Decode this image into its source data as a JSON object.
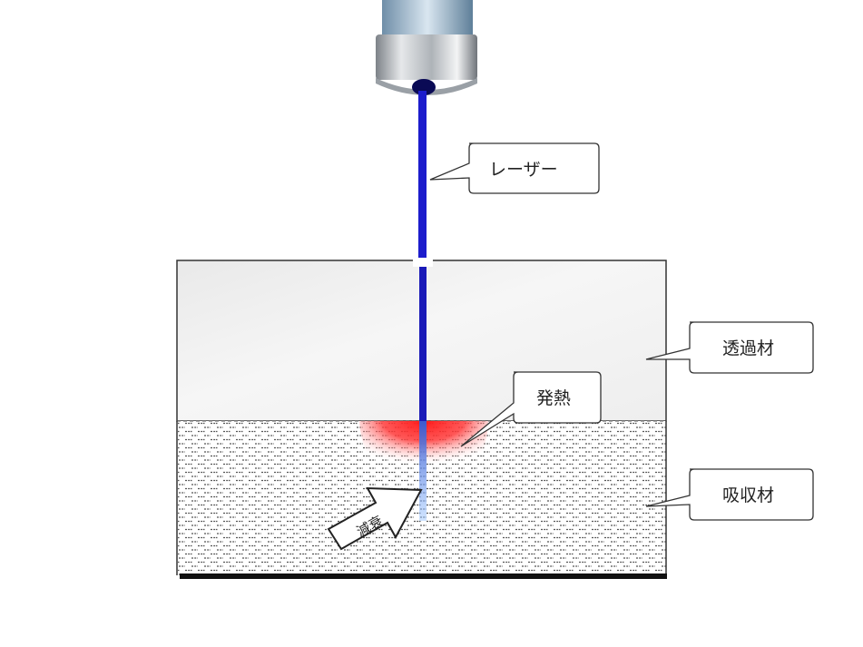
{
  "labels": {
    "laser": "レーザー",
    "transmissive": "透過材",
    "heat": "発熱",
    "absorptive": "吸収材",
    "attenuation": "減衰"
  },
  "colors": {
    "laser_beam": "#1c1ccc",
    "heat": "#ff2020",
    "upper_layer": "#f1f1f1",
    "base_line": "#111111"
  }
}
